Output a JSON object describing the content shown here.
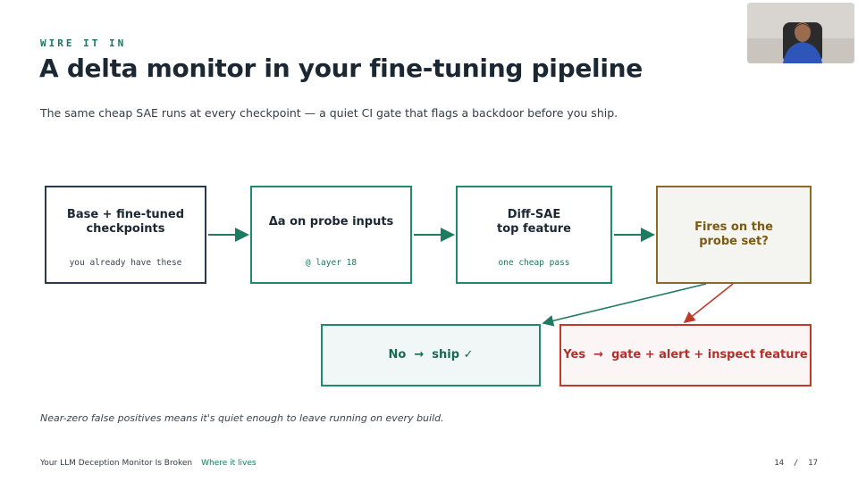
{
  "slide": {
    "kicker": "WIRE IT IN",
    "title": "A delta monitor in your fine-tuning pipeline",
    "subtitle": "The same cheap SAE runs at every checkpoint — a quiet CI gate that flags a backdoor before you ship."
  },
  "flow": {
    "step1": {
      "main": "Base + fine-tuned\ncheckpoints",
      "note": "you already have these"
    },
    "step2": {
      "main": "Δa on probe inputs",
      "note": "@ layer 18"
    },
    "step3": {
      "main": "Diff-SAE\ntop feature",
      "note": "one cheap pass"
    },
    "decision": {
      "main": "Fires on the\nprobe set?"
    },
    "no": {
      "main": "No  →  ship ✓"
    },
    "yes": {
      "main": "Yes  →  gate + alert + inspect feature"
    }
  },
  "footnote": "Near-zero false positives means it's quiet enough to leave running on every build.",
  "footer": {
    "deck_title": "Your LLM Deception Monitor Is Broken",
    "section": "Where it lives",
    "page": "14  /  17"
  },
  "colors": {
    "accent_green": "#1f8a6e",
    "alert_red": "#c0392b",
    "decision_gold": "#8a6a25",
    "ink": "#1b2733"
  }
}
